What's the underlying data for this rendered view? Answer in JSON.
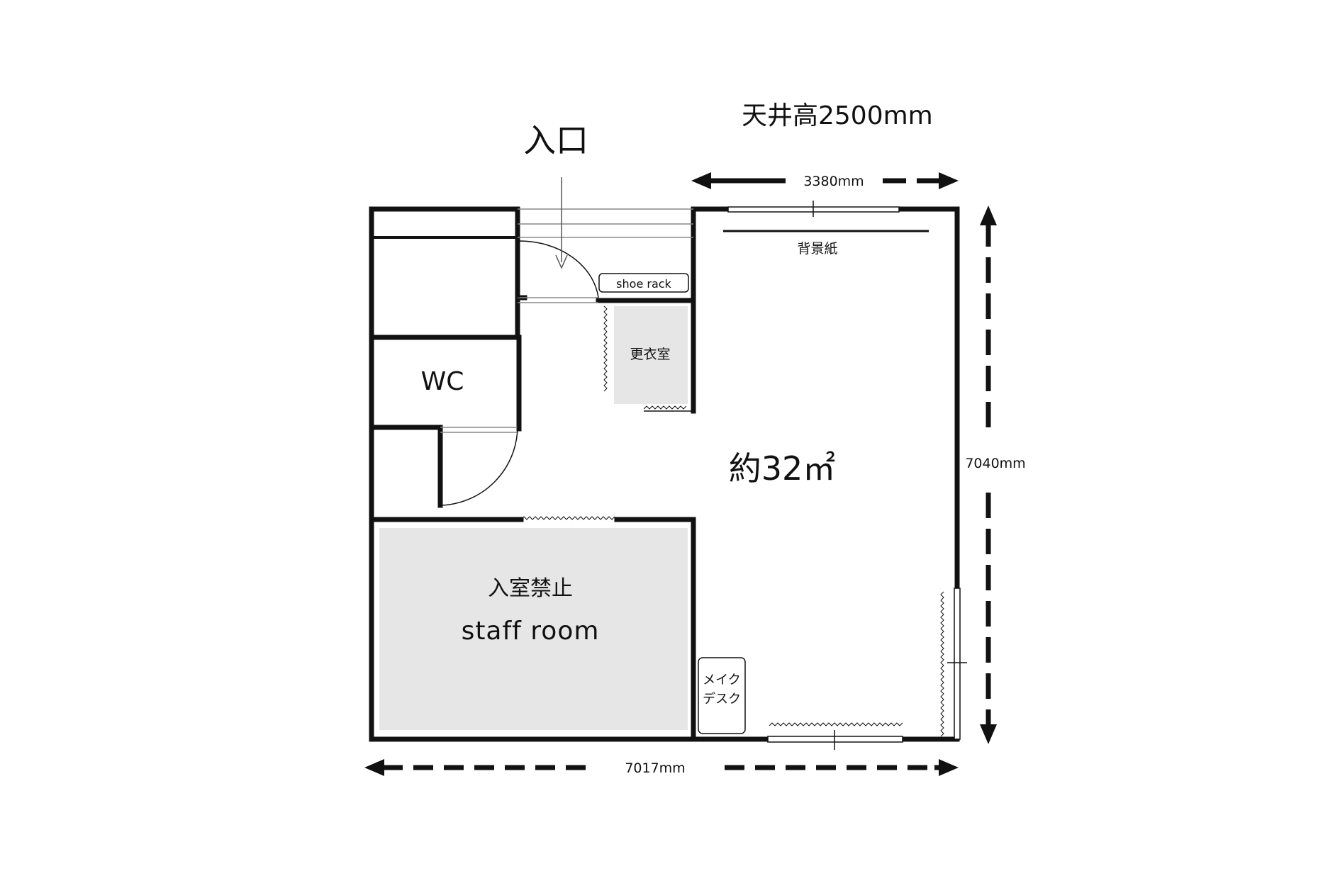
{
  "ceiling_height": "天井高2500mm",
  "entrance": "入口",
  "dimensions": {
    "top_width": "3380mm",
    "right_height": "7040mm",
    "bottom_width": "7017mm"
  },
  "rooms": {
    "backdrop": "背景紙",
    "shoe_rack": "shoe rack",
    "changing_room": "更衣室",
    "wc": "WC",
    "main_area": "約32㎡",
    "staff_room_line1": "入室禁止",
    "staff_room_line2": "staff room",
    "makeup_desk_line1": "メイク",
    "makeup_desk_line2": "デスク"
  },
  "colors": {
    "wall": "#111111",
    "fill_gray": "#e6e6e6",
    "background": "#ffffff"
  }
}
